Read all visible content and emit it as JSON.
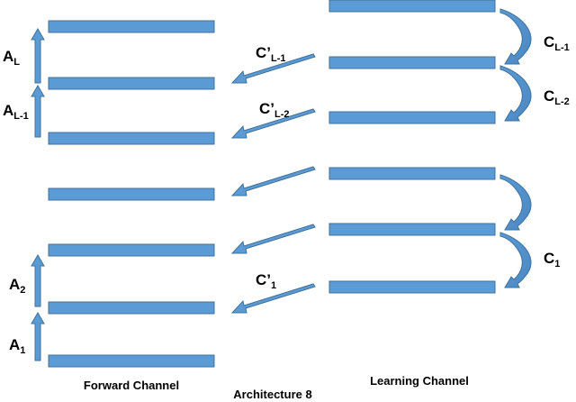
{
  "colors": {
    "bar_fill": "#5b9bd5",
    "bar_stroke": "#41719c",
    "text": "#000000"
  },
  "labels": {
    "a_l_main": "A",
    "a_l_sub": "L",
    "a_l1_main": "A",
    "a_l1_sub": "L-1",
    "a_2_main": "A",
    "a_2_sub": "2",
    "a_1_main": "A",
    "a_1_sub": "1",
    "cp_l1_main": "C’",
    "cp_l1_sub": "L-1",
    "cp_l2_main": "C’",
    "cp_l2_sub": "L-2",
    "cp_1_main": "C’",
    "cp_1_sub": "1",
    "c_l1_main": "C",
    "c_l1_sub": "L-1",
    "c_l2_main": "C",
    "c_l2_sub": "L-2",
    "c_1_main": "C",
    "c_1_sub": "1"
  },
  "captions": {
    "forward": "Forward Channel",
    "architecture": "Architecture 8",
    "learning": "Learning Channel"
  }
}
